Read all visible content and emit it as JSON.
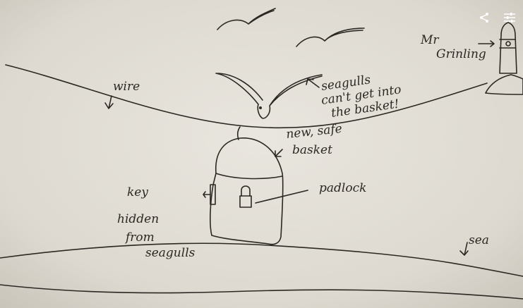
{
  "drawing": {
    "labels": {
      "wire": "wire",
      "seagulls_note": [
        "seagulls",
        "can't get into",
        "the basket!"
      ],
      "mr_grinling": [
        "Mr",
        "Grinling"
      ],
      "new_basket": [
        "new, safe",
        "basket"
      ],
      "padlock": "padlock",
      "key_note": [
        "key",
        "hidden",
        "from",
        "seagulls"
      ],
      "sea": "sea"
    }
  },
  "overlay": {
    "share_icon": "share-icon",
    "settings_icon": "sliders-icon"
  },
  "colors": {
    "paper": "#e4e0d8",
    "ink": "#2b2823"
  }
}
